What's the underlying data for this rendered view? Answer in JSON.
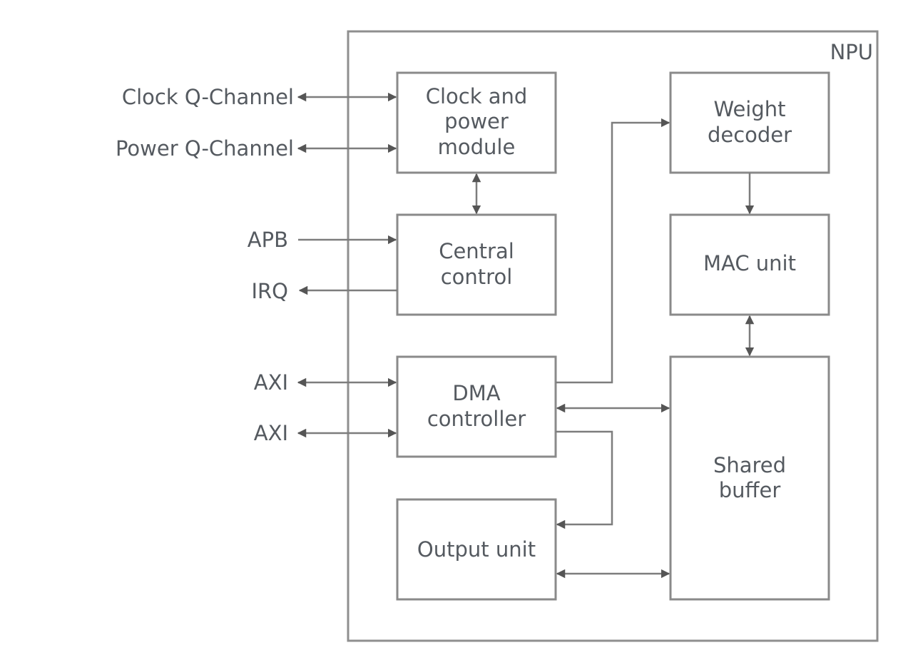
{
  "diagram": {
    "title": "NPU",
    "blocks": {
      "clock_power": [
        "Clock and",
        "power",
        "module"
      ],
      "central_control": [
        "Central",
        "control"
      ],
      "dma_controller": [
        "DMA",
        "controller"
      ],
      "output_unit": [
        "Output unit"
      ],
      "weight_decoder": [
        "Weight",
        "decoder"
      ],
      "mac_unit": [
        "MAC unit"
      ],
      "shared_buffer": [
        "Shared",
        "buffer"
      ]
    },
    "external_signals": {
      "clock_q": "Clock Q-Channel",
      "power_q": "Power Q-Channel",
      "apb": "APB",
      "irq": "IRQ",
      "axi_1": "AXI",
      "axi_2": "AXI"
    },
    "connections": [
      {
        "from": "Clock Q-Channel",
        "to": "Clock and power module",
        "direction": "bidirectional"
      },
      {
        "from": "Power Q-Channel",
        "to": "Clock and power module",
        "direction": "bidirectional"
      },
      {
        "from": "Clock and power module",
        "to": "Central control",
        "direction": "bidirectional"
      },
      {
        "from": "APB",
        "to": "Central control",
        "direction": "in"
      },
      {
        "from": "Central control",
        "to": "IRQ",
        "direction": "out"
      },
      {
        "from": "AXI",
        "to": "DMA controller",
        "direction": "bidirectional"
      },
      {
        "from": "AXI",
        "to": "DMA controller",
        "direction": "bidirectional"
      },
      {
        "from": "DMA controller",
        "to": "Weight decoder",
        "direction": "out"
      },
      {
        "from": "DMA controller",
        "to": "Shared buffer",
        "direction": "bidirectional"
      },
      {
        "from": "DMA controller",
        "to": "Output unit",
        "direction": "out"
      },
      {
        "from": "Output unit",
        "to": "Shared buffer",
        "direction": "bidirectional"
      },
      {
        "from": "Weight decoder",
        "to": "MAC unit",
        "direction": "out"
      },
      {
        "from": "MAC unit",
        "to": "Shared buffer",
        "direction": "bidirectional"
      }
    ]
  }
}
